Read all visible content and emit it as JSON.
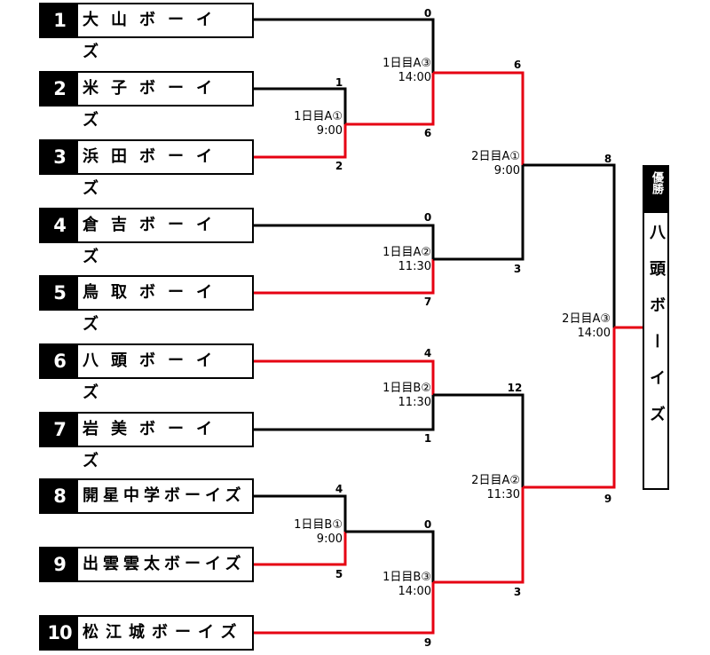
{
  "teams": [
    {
      "seed": "1",
      "name": "大山ボーイズ"
    },
    {
      "seed": "2",
      "name": "米子ボーイズ"
    },
    {
      "seed": "3",
      "name": "浜田ボーイズ"
    },
    {
      "seed": "4",
      "name": "倉吉ボーイズ"
    },
    {
      "seed": "5",
      "name": "鳥取ボーイズ"
    },
    {
      "seed": "6",
      "name": "八頭ボーイズ"
    },
    {
      "seed": "7",
      "name": "岩美ボーイズ"
    },
    {
      "seed": "8",
      "name": "開星中学ボーイズ"
    },
    {
      "seed": "9",
      "name": "出雲雲太ボーイズ"
    },
    {
      "seed": "10",
      "name": "松江城ボーイズ"
    }
  ],
  "matches": [
    {
      "id": "1日目A①",
      "day": "1日目A①",
      "time": "9:00",
      "top_score": "1",
      "bottom_score": "2"
    },
    {
      "id": "1日目A③",
      "day": "1日目A③",
      "time": "14:00",
      "top_score": "0",
      "bottom_score": "6"
    },
    {
      "id": "1日目A②",
      "day": "1日目A②",
      "time": "11:30",
      "top_score": "0",
      "bottom_score": "7"
    },
    {
      "id": "1日目B②",
      "day": "1日目B②",
      "time": "11:30",
      "top_score": "4",
      "bottom_score": "1"
    },
    {
      "id": "1日目B①",
      "day": "1日目B①",
      "time": "9:00",
      "top_score": "4",
      "bottom_score": "5"
    },
    {
      "id": "1日目B③",
      "day": "1日目B③",
      "time": "14:00",
      "top_score": "0",
      "bottom_score": "9"
    },
    {
      "id": "2日目A①",
      "day": "2日目A①",
      "time": "9:00",
      "top_score": "6",
      "bottom_score": "3"
    },
    {
      "id": "2日目A②",
      "day": "2日目A②",
      "time": "11:30",
      "top_score": "12",
      "bottom_score": "3"
    },
    {
      "id": "2日目A③",
      "day": "2日目A③",
      "time": "14:00",
      "top_score": "8",
      "bottom_score": "9"
    }
  ],
  "champion": {
    "heading": "優勝",
    "name": "八頭ボーイズ"
  },
  "colors": {
    "winner_line": "#e60012",
    "loser_line": "#000000"
  }
}
